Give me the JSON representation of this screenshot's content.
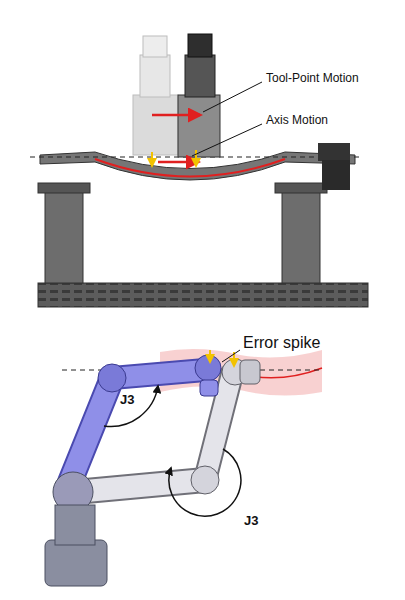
{
  "diagram": {
    "labels": [
      "Tool-Point Motion",
      "Axis Motion",
      "Error spike",
      "J3",
      "J3"
    ]
  }
}
